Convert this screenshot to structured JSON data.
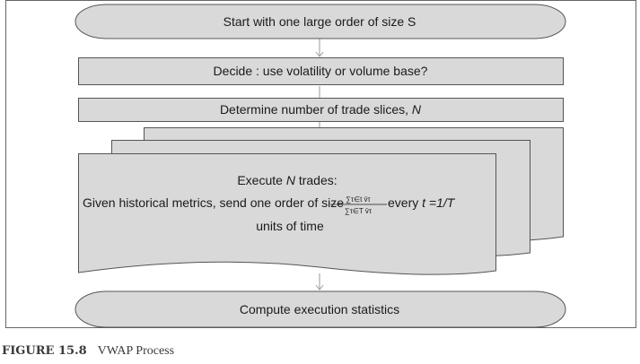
{
  "diagram": {
    "start": "Start with one large order of size S",
    "decide": "Decide : use volatility or volume base?",
    "determine": {
      "prefix": "Determine number of trade slices, ",
      "var": "N"
    },
    "execute": {
      "line1_prefix": "Execute ",
      "line1_var": "N",
      "line1_suffix": " trades:",
      "line2_prefix": "Given historical metrics, send one order of size ",
      "fraction_numerator": "∑τ∈t v̄τ",
      "fraction_denominator": "∑τ∈T v̄τ",
      "line2_suffix": " every ",
      "line2_formula": "t =1/T",
      "line3": "units of time"
    },
    "end": "Compute execution statistics"
  },
  "caption": {
    "label": "FIGURE 15.8",
    "title": "VWAP Process"
  },
  "colors": {
    "fill": "#d9d9d9",
    "stroke": "#555555",
    "arrow": "#9a9a9a",
    "frame": "#666666"
  }
}
